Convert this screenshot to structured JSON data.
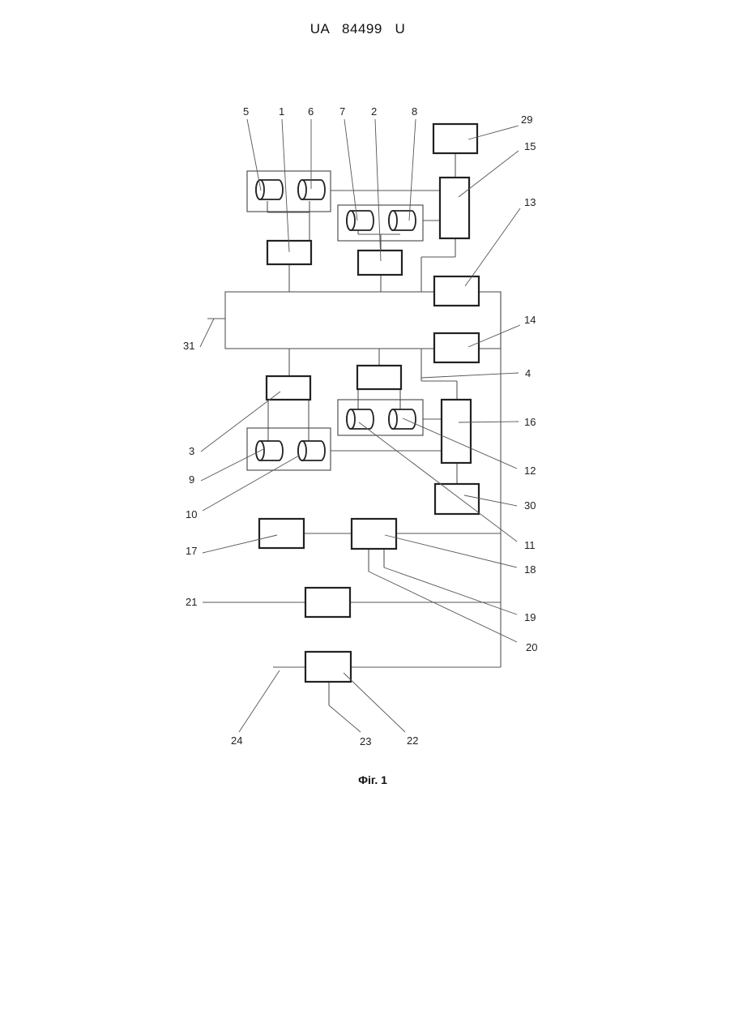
{
  "document": {
    "header": "UA   84499   U",
    "caption": "Фіг. 1"
  },
  "labels": {
    "l1": "1",
    "l2": "2",
    "l3": "3",
    "l4": "4",
    "l5": "5",
    "l6": "6",
    "l7": "7",
    "l8": "8",
    "l9": "9",
    "l10": "10",
    "l11": "11",
    "l12": "12",
    "l13": "13",
    "l14": "14",
    "l15": "15",
    "l16": "16",
    "l17": "17",
    "l18": "18",
    "l19": "19",
    "l20": "20",
    "l21": "21",
    "l22": "22",
    "l23": "23",
    "l24": "24",
    "l29": "29",
    "l30": "30",
    "l31": "31"
  }
}
